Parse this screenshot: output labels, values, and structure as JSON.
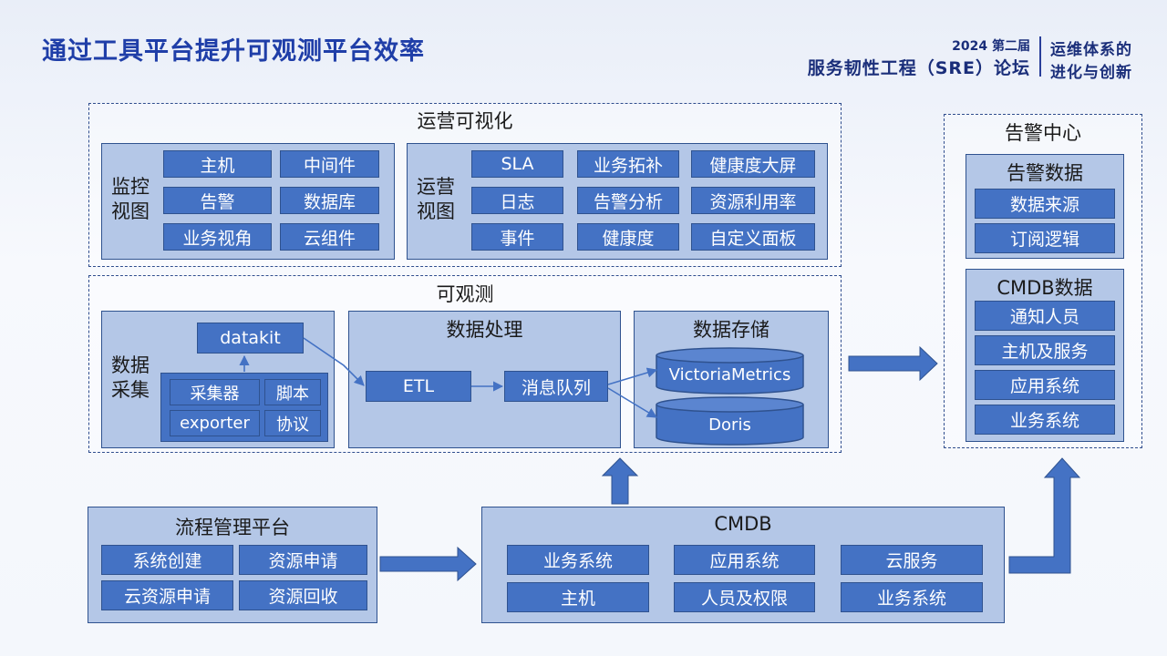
{
  "page_title": "通过工具平台提升可观测平台效率",
  "conference": {
    "year_line": "2024 第二届",
    "forum_line": "服务韧性工程（SRE）论坛",
    "slogan_line1": "运维体系的",
    "slogan_line2": "进化与创新"
  },
  "ops_visual": {
    "title": "运营可视化",
    "monitor": {
      "label_line1": "监控",
      "label_line2": "视图",
      "items": [
        "主机",
        "中间件",
        "告警",
        "数据库",
        "业务视角",
        "云组件"
      ]
    },
    "operations": {
      "label_line1": "运营",
      "label_line2": "视图",
      "items": [
        "SLA",
        "业务拓补",
        "健康度大屏",
        "日志",
        "告警分析",
        "资源利用率",
        "事件",
        "健康度",
        "自定义面板"
      ]
    }
  },
  "observability": {
    "title": "可观测",
    "collection": {
      "label_line1": "数据",
      "label_line2": "采集",
      "agent": "datakit",
      "items": [
        "采集器",
        "脚本",
        "exporter",
        "协议"
      ]
    },
    "processing": {
      "title": "数据处理",
      "etl": "ETL",
      "queue": "消息队列"
    },
    "storage": {
      "title": "数据存储",
      "stores": [
        "VictoriaMetrics",
        "Doris"
      ]
    }
  },
  "alert_center": {
    "title": "告警中心",
    "alert_data": {
      "title": "告警数据",
      "items": [
        "数据来源",
        "订阅逻辑"
      ]
    },
    "cmdb_data": {
      "title": "CMDB数据",
      "items": [
        "通知人员",
        "主机及服务",
        "应用系统",
        "业务系统"
      ]
    }
  },
  "process_platform": {
    "title": "流程管理平台",
    "items": [
      "系统创建",
      "资源申请",
      "云资源申请",
      "资源回收"
    ]
  },
  "cmdb": {
    "title": "CMDB",
    "items": [
      "业务系统",
      "应用系统",
      "云服务",
      "主机",
      "人员及权限",
      "业务系统"
    ]
  },
  "colors": {
    "title": "#1f3ea8",
    "box_fill": "#4472c4",
    "panel_fill": "#b4c7e7",
    "border": "#2f528f",
    "arrow": "#4472c4"
  }
}
